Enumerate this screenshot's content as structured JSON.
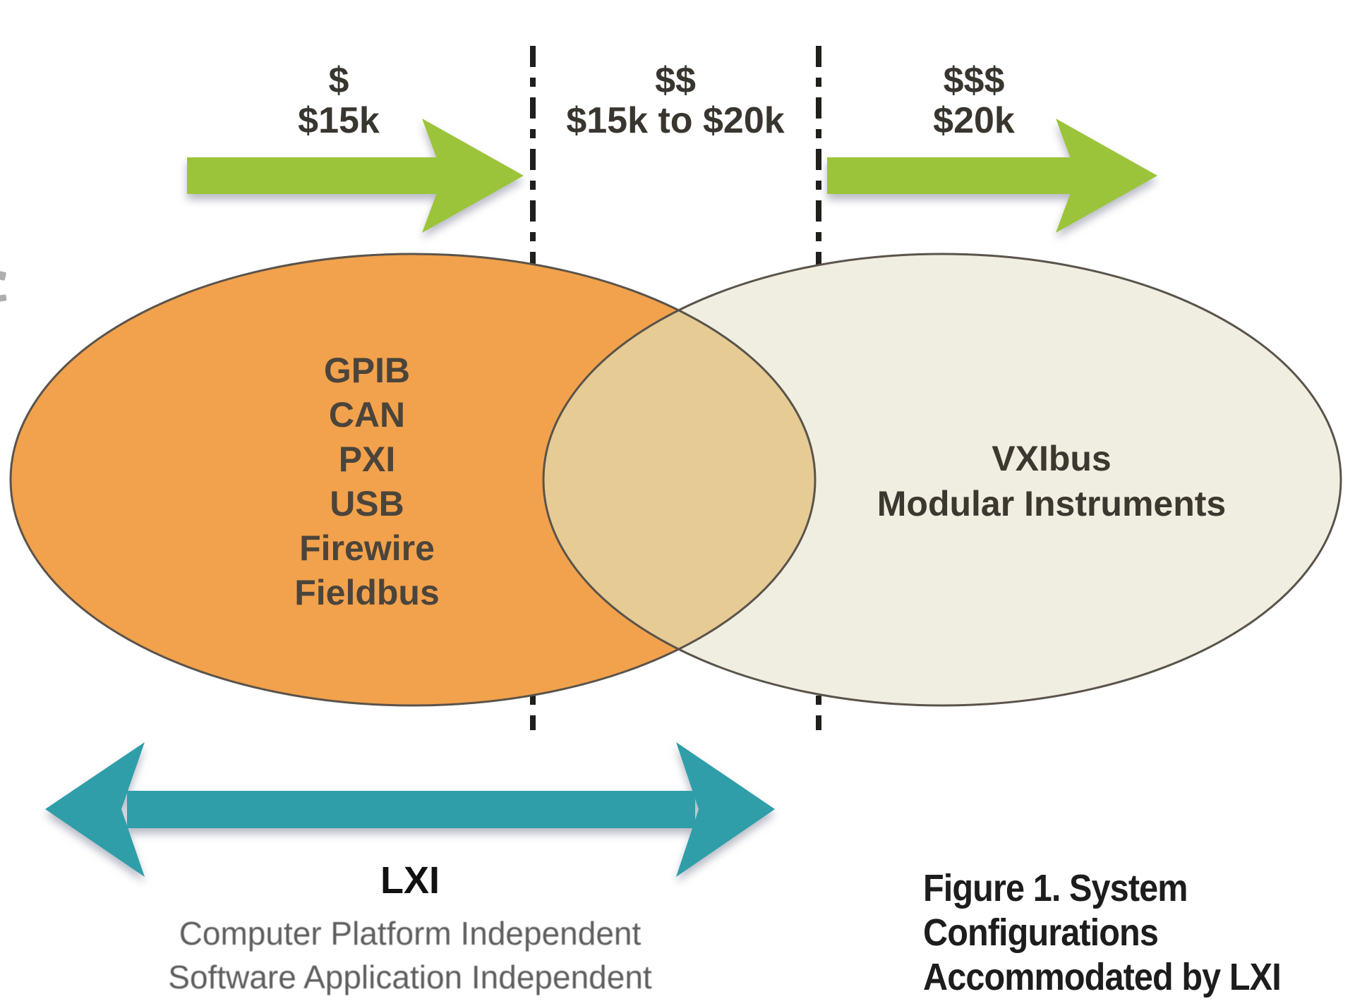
{
  "colors": {
    "background": "#ffffff",
    "orange": "#F2A24C",
    "cream": "#F0EEE0",
    "overlap": "#E6CB95",
    "outline": "#5A534B",
    "green": "#9CC43A",
    "green_dark": "#8FBA33",
    "teal": "#2F9EA9",
    "dashed": "#211F1C"
  },
  "price_tiers": [
    {
      "sign": "$",
      "range": "$15k"
    },
    {
      "sign": "$$",
      "range": "$15k to $20k"
    },
    {
      "sign": "$$$",
      "range": "$20k"
    }
  ],
  "left_ellipse": {
    "buses": [
      "GPIB",
      "CAN",
      "PXI",
      "USB",
      "Firewire",
      "Fieldbus"
    ]
  },
  "right_ellipse": {
    "title": "VXIbus",
    "subtitle": "Modular Instruments"
  },
  "lxi": {
    "title": "LXI",
    "line1": "Computer Platform Independent",
    "line2": "Software Application Independent"
  },
  "caption": {
    "line1": "Figure 1. System",
    "line2": "Configurations",
    "line3": "Accommodated by LXI"
  }
}
